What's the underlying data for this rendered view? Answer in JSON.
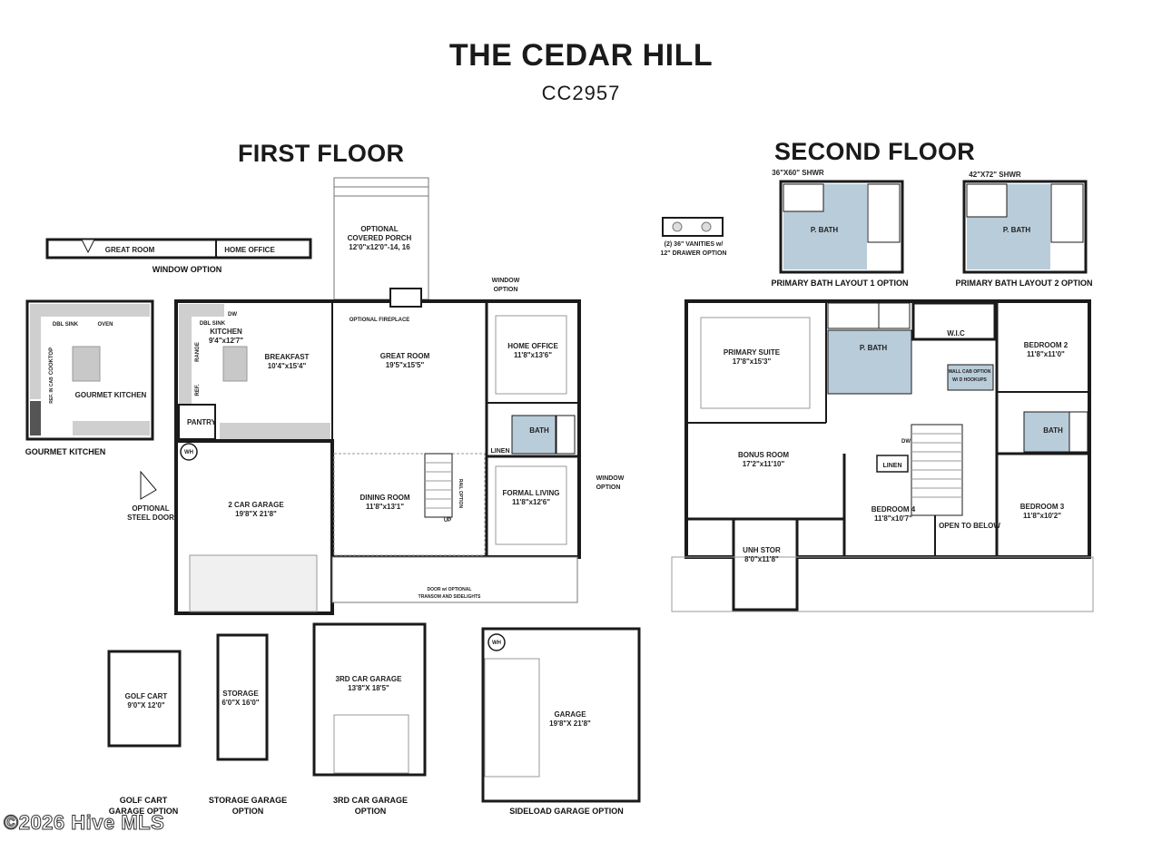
{
  "header": {
    "title": "THE CEDAR HILL",
    "plan_code": "CC2957"
  },
  "floors": {
    "first": "FIRST FLOOR",
    "second": "SECOND FLOOR"
  },
  "first_floor": {
    "window_option_rooms": [
      "GREAT ROOM",
      "HOME OFFICE"
    ],
    "window_option_caption": "WINDOW OPTION",
    "gourmet_kitchen_label": "GOURMET KITCHEN",
    "gourmet_kitchen_caption": "GOURMET KITCHEN",
    "gk_dbl_sink": "DBL SINK",
    "gk_oven": "OVEN",
    "gk_cooktop": "COOKTOP",
    "gk_ref": "REF. IN CAB",
    "porch_l1": "OPTIONAL",
    "porch_l2": "COVERED PORCH",
    "porch_l3": "12'0\"x12'0\"-14, 16",
    "optional_fireplace": "OPTIONAL FIREPLACE",
    "window_option_right_1": "WINDOW",
    "window_option_right_2": "OPTION",
    "window_option_side_1": "WINDOW",
    "window_option_side_2": "OPTION",
    "kitchen": "KITCHEN",
    "kitchen_dim": "9'4\"x12'7\"",
    "dbl_sink": "DBL SINK",
    "dw": "DW",
    "range": "RANGE",
    "ref": "REF.",
    "breakfast": "BREAKFAST",
    "breakfast_dim": "10'4\"x15'4\"",
    "great_room": "GREAT ROOM",
    "great_room_dim": "19'5\"x15'5\"",
    "home_office": "HOME OFFICE",
    "home_office_dim": "11'8\"x13'6\"",
    "pantry": "PANTRY",
    "wh": "WH",
    "bath": "BATH",
    "linen": "LINEN",
    "garage": "2 CAR GARAGE",
    "garage_dim": "19'8\"X 21'8\"",
    "optional_steel_door_1": "OPTIONAL",
    "optional_steel_door_2": "STEEL DOOR",
    "dining": "DINING ROOM",
    "dining_dim": "11'8\"x13'1\"",
    "up": "UP",
    "rail_option": "RAIL OPTION",
    "formal_living": "FORMAL LIVING",
    "formal_living_dim": "11'8\"x12'6\"",
    "door_option_1": "DOOR w/ OPTIONAL",
    "door_option_2": "TRANSOM AND SIDELIGHTS"
  },
  "options": {
    "golf_cart": "GOLF CART",
    "golf_cart_dim": "9'0\"X 12'0\"",
    "golf_cart_caption_1": "GOLF CART",
    "golf_cart_caption_2": "GARAGE OPTION",
    "storage": "STORAGE",
    "storage_dim": "6'0\"X 16'0\"",
    "storage_caption_1": "STORAGE GARAGE",
    "storage_caption_2": "OPTION",
    "third_garage": "3RD CAR GARAGE",
    "third_garage_dim": "13'8\"X 18'5\"",
    "third_caption_1": "3RD CAR GARAGE",
    "third_caption_2": "OPTION",
    "sideload_garage": "GARAGE",
    "sideload_garage_dim": "19'8\"X 21'8\"",
    "sideload_wh": "WH",
    "sideload_caption": "SIDELOAD GARAGE OPTION"
  },
  "second_floor": {
    "vanities_1": "(2) 36\" VANITIES w/",
    "vanities_2": "12\" DRAWER OPTION",
    "layout1_shower": "36\"X60\" SHWR",
    "layout1_bath": "P. BATH",
    "layout1_caption": "PRIMARY BATH LAYOUT 1 OPTION",
    "layout2_shower": "42\"X72\" SHWR",
    "layout2_bath": "P. BATH",
    "layout2_caption": "PRIMARY BATH LAYOUT 2 OPTION",
    "primary_suite": "PRIMARY SUITE",
    "primary_suite_dim": "17'8\"x15'3\"",
    "p_bath": "P. BATH",
    "wic": "W.I.C",
    "wall_cab_1": "WALL CAB OPTION",
    "wall_cab_2": "W/ D HOOKUPS",
    "bedroom2": "BEDROOM 2",
    "bedroom2_dim": "11'8\"x11'0\"",
    "bath": "BATH",
    "dw": "DW",
    "linen": "LINEN",
    "bonus_room": "BONUS ROOM",
    "bonus_room_dim": "17'2\"x11'10\"",
    "bedroom4": "BEDROOM 4",
    "bedroom4_dim": "11'8\"x10'7\"",
    "open_to_below": "OPEN TO BELOW",
    "bedroom3": "BEDROOM 3",
    "bedroom3_dim": "11'8\"x10'2\"",
    "unh_stor": "UNH STOR",
    "unh_stor_dim": "8'0\"x11'8\""
  },
  "watermark": "©2026 Hive MLS",
  "colors": {
    "wall": "#1a1a1a",
    "bath_fill": "#b9ccd9",
    "fixture": "#c8c8c8",
    "floor": "#ffffff"
  }
}
